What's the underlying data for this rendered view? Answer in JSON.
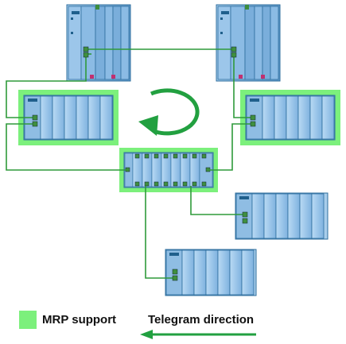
{
  "legend": {
    "mrp_label": "MRP support",
    "telegram_label": "Telegram direction"
  },
  "colors": {
    "mrp_green": "#7cf07c",
    "link_green": "#2f9a3a",
    "arrow_green": "#22a040",
    "module_blue": "#8dbde6",
    "module_dark": "#1f5f8c",
    "cpu_blue": "#6fa8d6"
  },
  "devices": [
    {
      "id": "plc-top-left",
      "kind": "plc",
      "mrp": false
    },
    {
      "id": "plc-top-right",
      "kind": "plc",
      "mrp": false
    },
    {
      "id": "io-left",
      "kind": "io-station",
      "mrp": true
    },
    {
      "id": "io-right",
      "kind": "io-station",
      "mrp": true
    },
    {
      "id": "switch-center",
      "kind": "switch",
      "mrp": true
    },
    {
      "id": "io-lower-right",
      "kind": "io-station",
      "mrp": false
    },
    {
      "id": "io-bottom",
      "kind": "io-station",
      "mrp": false
    }
  ],
  "ring_direction": "clockwise"
}
